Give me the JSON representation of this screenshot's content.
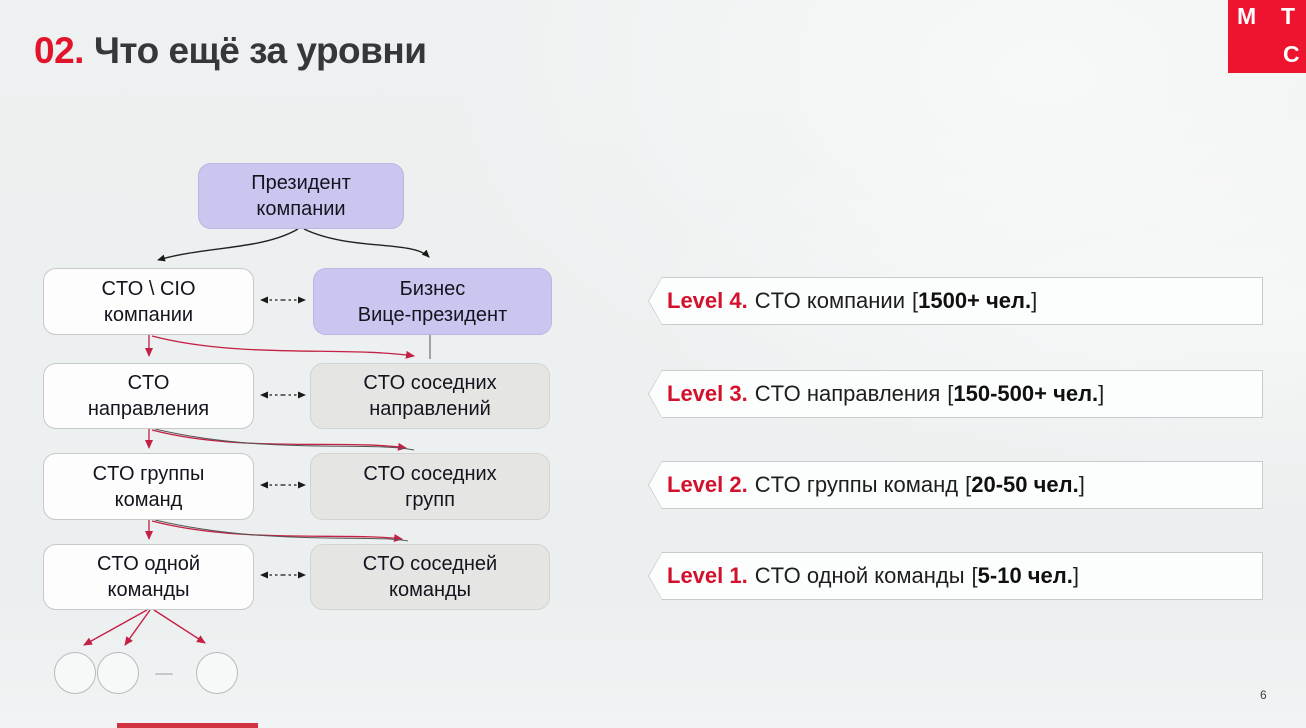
{
  "slide": {
    "title_number": "02.",
    "title_text": "Что ещё за уровни",
    "page_number": "6"
  },
  "logo": {
    "letter_m": "М",
    "letter_t": "Т",
    "letter_s": "С",
    "color": "#ee1430"
  },
  "org": {
    "president": {
      "line1": "Президент",
      "line2": "компании"
    },
    "cto_cio": {
      "line1": "CTO \\ CIO",
      "line2": "компании"
    },
    "biz_vp": {
      "line1": "Бизнес",
      "line2": "Вице-президент"
    },
    "cto_dir": {
      "line1": "CTO",
      "line2": "направления"
    },
    "cto_neighbor_dirs": {
      "line1": "CTO соседних",
      "line2": "направлений"
    },
    "cto_group": {
      "line1": "CTO группы",
      "line2": "команд"
    },
    "cto_neighbor_groups": {
      "line1": "CTO соседних",
      "line2": "групп"
    },
    "cto_team": {
      "line1": "CTO одной",
      "line2": "команды"
    },
    "cto_neighbor_team": {
      "line1": "CTO соседней",
      "line2": "команды"
    }
  },
  "levels": [
    {
      "level": "Level 4.",
      "text": "CTO компании",
      "count": "1500+ чел."
    },
    {
      "level": "Level 3.",
      "text": "CTO направления",
      "count": "150-500+ чел."
    },
    {
      "level": "Level 2.",
      "text": "CTO группы команд",
      "count": "20-50 чел."
    },
    {
      "level": "Level 1.",
      "text": "CTO одной команды",
      "count": "5-10 чел."
    }
  ],
  "punct": {
    "open": "[",
    "close": "]"
  },
  "colors": {
    "accent_red": "#e1142b",
    "arrow_red": "#c42045",
    "box_purple": "#c9c7f0",
    "box_gray": "#e5e5e3",
    "background": "#edf0f0"
  }
}
